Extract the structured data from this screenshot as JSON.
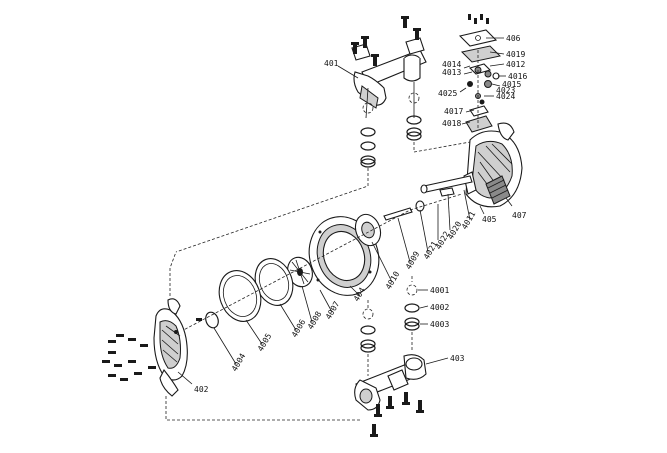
{
  "diagram": {
    "part_labels": {
      "p401": "401",
      "p402": "402",
      "p403": "403",
      "p404": "404",
      "p405": "405",
      "p406": "406",
      "p407": "407",
      "p4001": "4001",
      "p4002": "4002",
      "p4003": "4003",
      "p4004": "4004",
      "p4005": "4005",
      "p4006": "4006",
      "p4007": "4007",
      "p4008": "4008",
      "p4009": "4009",
      "p4010": "4010",
      "p4011": "4011",
      "p4012": "4012",
      "p4013": "4013",
      "p4014": "4014",
      "p4015": "4015",
      "p4016": "4016",
      "p4017": "4017",
      "p4018": "4018",
      "p4019": "4019",
      "p4020": "4020",
      "p4021": "4021",
      "p4022": "4022",
      "p4023": "4023",
      "p4024": "4024",
      "p4025": "4025"
    }
  }
}
